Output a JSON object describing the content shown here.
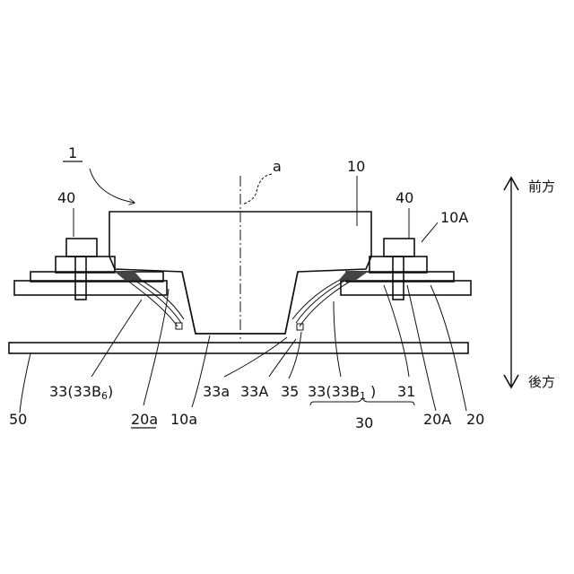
{
  "figure": {
    "labels": {
      "device": "1",
      "axis": "a",
      "body": "10",
      "bolt_left": "40",
      "bolt_right": "40",
      "flange": "10A",
      "blade_left_main": "33(33B",
      "blade_left_sub": "6",
      "blade_left_close": ")",
      "opening_20a": "20a",
      "bottom_10a": "10a",
      "tip_33a": "33a",
      "part_33A": "33A",
      "part_35": "35",
      "blade_right_main": "33(33B",
      "blade_right_sub": "1",
      "blade_right_close": " )",
      "part_31": "31",
      "group_30": "30",
      "part_20A": "20A",
      "part_20": "20",
      "part_50": "50"
    },
    "direction": {
      "front": "前方",
      "rear": "後方"
    }
  }
}
